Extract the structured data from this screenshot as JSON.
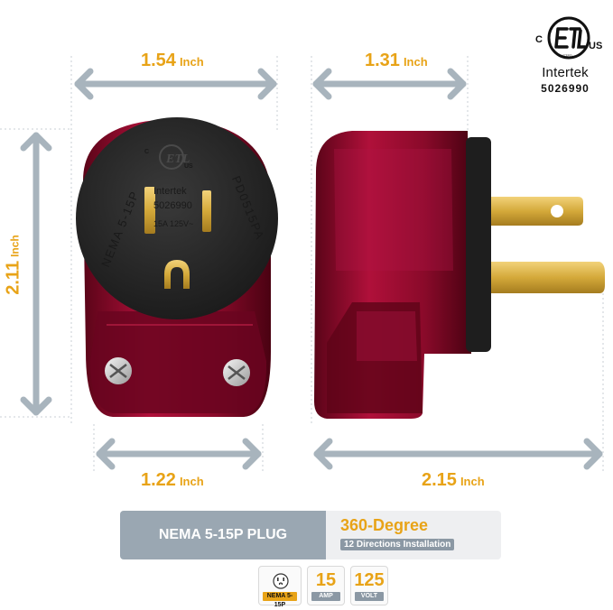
{
  "dimensions": {
    "top_left": {
      "value": "1.54",
      "unit": "Inch"
    },
    "top_right": {
      "value": "1.31",
      "unit": "Inch"
    },
    "left_height": {
      "value": "2.11",
      "unit": "Inch"
    },
    "bottom_left": {
      "value": "1.22",
      "unit": "Inch"
    },
    "bottom_right": {
      "value": "2.15",
      "unit": "Inch"
    }
  },
  "certification": {
    "mark_c": "C",
    "mark_us": "US",
    "mark_listed": "LISTED",
    "brand": "Intertek",
    "number": "5026990"
  },
  "plug_face": {
    "left_text": "NEMA 5-15P",
    "right_text": "PD0515PA",
    "brand": "Intertek",
    "number": "5026990",
    "rating": "15A 125V~",
    "etl_c": "C",
    "etl_us": "US"
  },
  "banner": {
    "left": "NEMA 5-15P PLUG",
    "title": "360-Degree",
    "subtitle": "12 Directions Installation"
  },
  "badges": [
    {
      "value": "",
      "label": "NEMA 5-15P"
    },
    {
      "value": "15",
      "label": "AMP"
    },
    {
      "value": "125",
      "label": "VOLT"
    }
  ],
  "colors": {
    "accent": "#e8a317",
    "arrow": "#a8b4bd",
    "plug_body": "#8a0a2a",
    "plug_face": "#2a2a2a",
    "brass": "#d4a93a"
  }
}
